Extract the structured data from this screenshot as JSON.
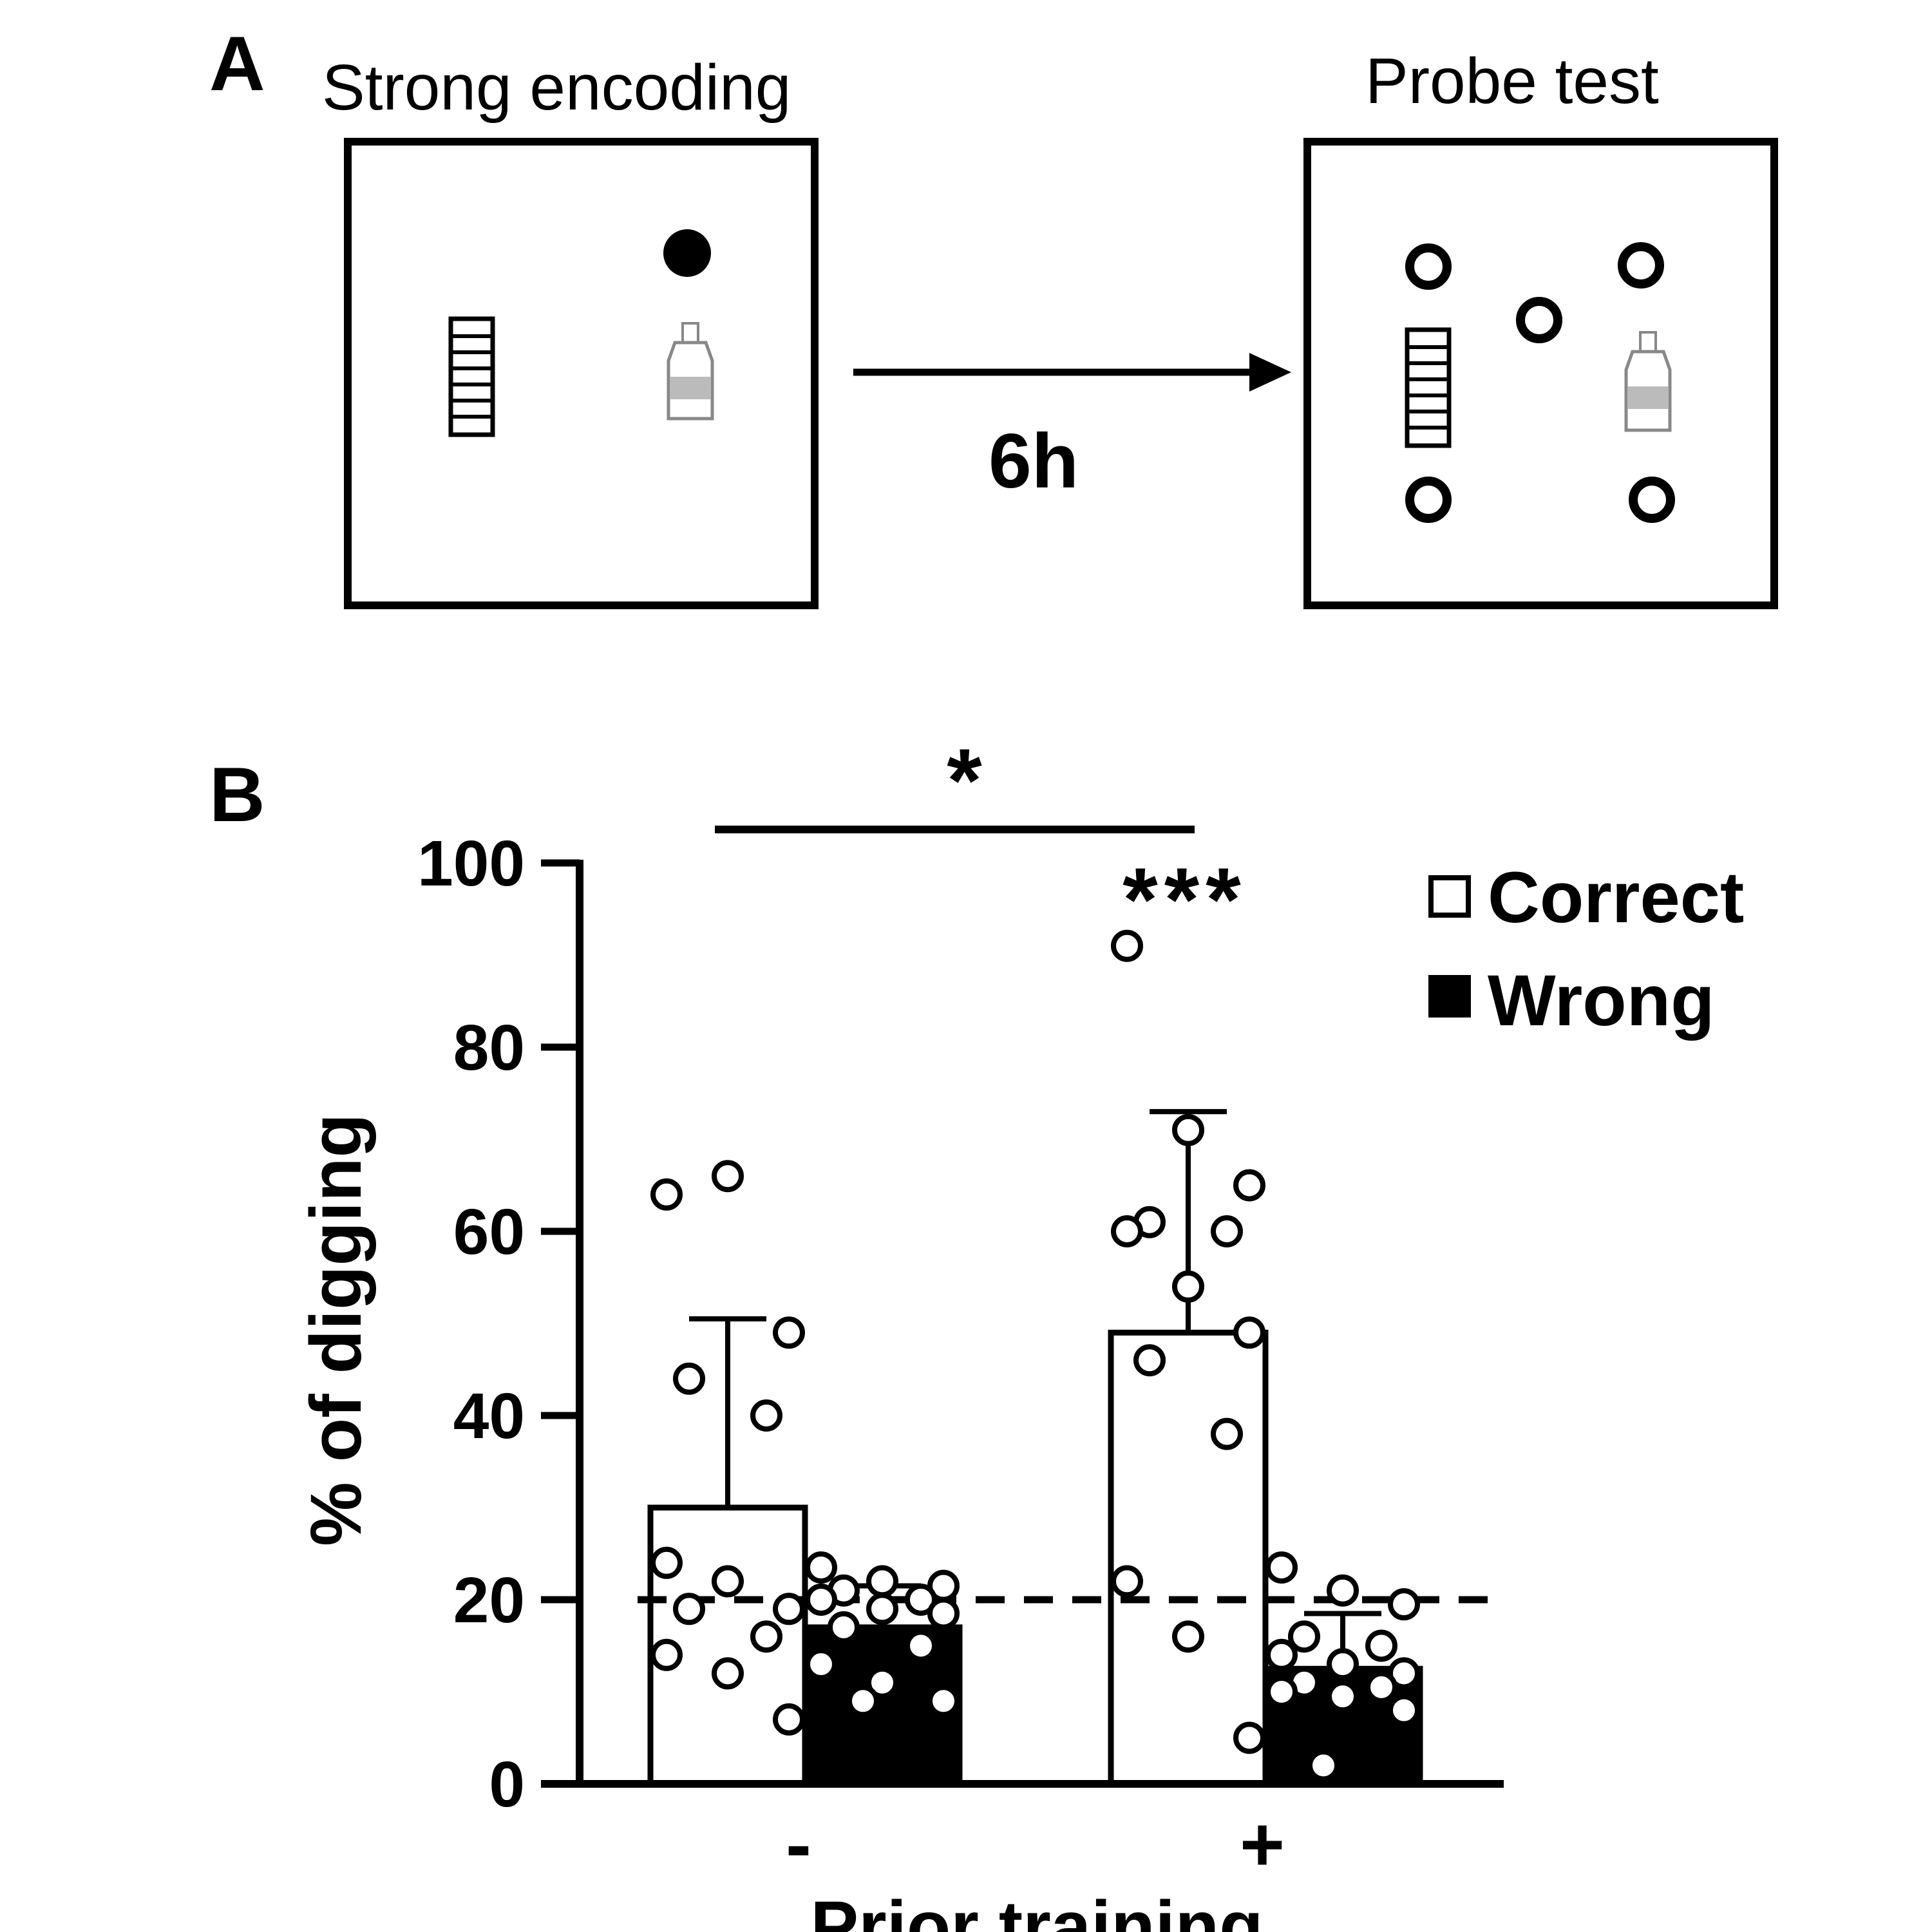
{
  "panel_a": {
    "letter": "A",
    "left_title": "Strong encoding",
    "right_title": "Probe test",
    "interval_label": "6h"
  },
  "panel_b": {
    "letter": "B"
  },
  "chart_data": {
    "type": "bar",
    "title": "",
    "xlabel": "Prior training",
    "ylabel": "% of digging",
    "categories": [
      "-",
      "+"
    ],
    "ylim": [
      0,
      100
    ],
    "yticks": [
      0,
      20,
      40,
      60,
      80,
      100
    ],
    "chance_level": 20,
    "grid": false,
    "legend_position": "top-right",
    "colors": {
      "Correct": "#ffffff",
      "Wrong": "#000000"
    },
    "series": [
      {
        "name": "Correct",
        "values": [
          30,
          49
        ],
        "error_upper": [
          50.5,
          73
        ],
        "points": [
          [
            64,
            66,
            49,
            44,
            40,
            24,
            22,
            19,
            19,
            16,
            14,
            12,
            7
          ],
          [
            91,
            71,
            65,
            61,
            60,
            60,
            54,
            49,
            46,
            38,
            22,
            16,
            5
          ]
        ]
      },
      {
        "name": "Wrong",
        "values": [
          17,
          12.5
        ],
        "error_upper": [
          21.5,
          18.5
        ],
        "points": [
          [
            23.5,
            22,
            21.5,
            21,
            20,
            20,
            19,
            18.5,
            17,
            15,
            13,
            11,
            9,
            9
          ],
          [
            23.5,
            21,
            19.5,
            16,
            15,
            14,
            13,
            12,
            11,
            10.5,
            10,
            9.5,
            8,
            2
          ]
        ]
      }
    ],
    "annotations": [
      {
        "text": "*",
        "type": "bracket",
        "from": "-|Correct",
        "to": "+|Correct"
      },
      {
        "text": "***",
        "type": "above",
        "at": "+|Correct"
      }
    ]
  }
}
